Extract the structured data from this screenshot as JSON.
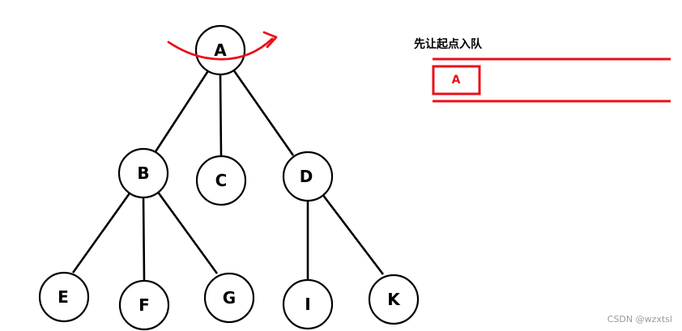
{
  "tree": {
    "nodes": [
      {
        "id": "A",
        "label": "A"
      },
      {
        "id": "B",
        "label": "B"
      },
      {
        "id": "C",
        "label": "C"
      },
      {
        "id": "D",
        "label": "D"
      },
      {
        "id": "E",
        "label": "E"
      },
      {
        "id": "F",
        "label": "F"
      },
      {
        "id": "G",
        "label": "G"
      },
      {
        "id": "I",
        "label": "I"
      },
      {
        "id": "K",
        "label": "K"
      }
    ],
    "edges": [
      [
        "A",
        "B"
      ],
      [
        "A",
        "C"
      ],
      [
        "A",
        "D"
      ],
      [
        "B",
        "E"
      ],
      [
        "B",
        "F"
      ],
      [
        "B",
        "G"
      ],
      [
        "D",
        "I"
      ],
      [
        "D",
        "K"
      ]
    ]
  },
  "queue": {
    "caption": "先让起点入队",
    "items": [
      "A"
    ]
  },
  "watermark": "CSDN @wzxtsl",
  "colors": {
    "accent": "#e8101a",
    "node_stroke": "#000000"
  }
}
